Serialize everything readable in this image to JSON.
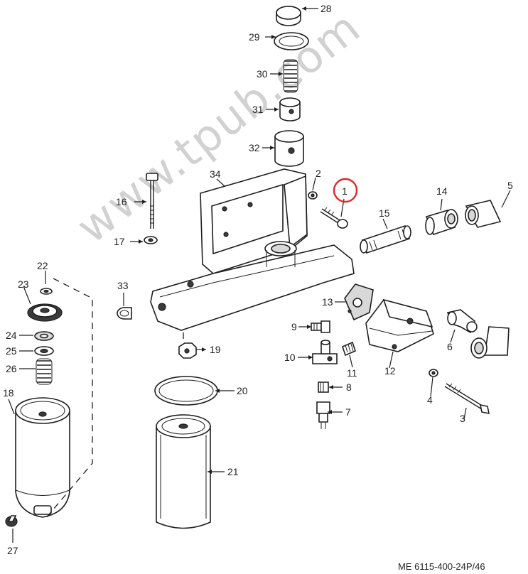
{
  "diagram": {
    "watermark": "www.tpub.com",
    "reference_code": "ME 6115-400-24P/46",
    "highlight_color": "#e0262b",
    "highlighted_callout": "1",
    "callouts": [
      "1",
      "2",
      "3",
      "4",
      "5",
      "6",
      "7",
      "8",
      "9",
      "10",
      "11",
      "12",
      "13",
      "14",
      "15",
      "16",
      "17",
      "18",
      "19",
      "20",
      "21",
      "22",
      "23",
      "24",
      "25",
      "26",
      "27",
      "28",
      "29",
      "30",
      "31",
      "32",
      "33",
      "34"
    ]
  }
}
